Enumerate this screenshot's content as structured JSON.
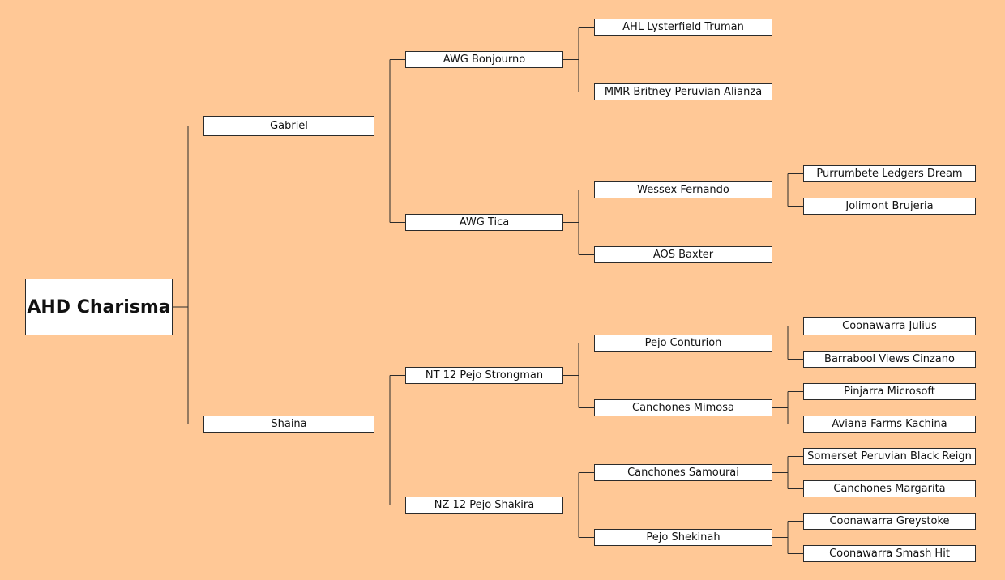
{
  "pedigree": {
    "name": "AHD Charisma",
    "sire": {
      "name": "Gabriel",
      "sire": {
        "name": "AWG Bonjourno",
        "sire": {
          "name": "AHL Lysterfield Truman"
        },
        "dam": {
          "name": "MMR Britney Peruvian Alianza"
        }
      },
      "dam": {
        "name": "AWG Tica",
        "sire": {
          "name": "Wessex Fernando",
          "sire": {
            "name": "Purrumbete Ledgers Dream"
          },
          "dam": {
            "name": "Jolimont Brujeria"
          }
        },
        "dam": {
          "name": "AOS Baxter"
        }
      }
    },
    "dam": {
      "name": "Shaina",
      "sire": {
        "name": "NT 12 Pejo Strongman",
        "sire": {
          "name": "Pejo Conturion",
          "sire": {
            "name": "Coonawarra Julius"
          },
          "dam": {
            "name": "Barrabool Views Cinzano"
          }
        },
        "dam": {
          "name": "Canchones Mimosa",
          "sire": {
            "name": "Pinjarra Microsoft"
          },
          "dam": {
            "name": "Aviana Farms Kachina"
          }
        }
      },
      "dam": {
        "name": "NZ 12 Pejo Shakira",
        "sire": {
          "name": "Canchones Samourai",
          "sire": {
            "name": "Somerset Peruvian Black Reign"
          },
          "dam": {
            "name": "Canchones Margarita"
          }
        },
        "dam": {
          "name": "Pejo Shekinah",
          "sire": {
            "name": "Coonawarra Greystoke"
          },
          "dam": {
            "name": "Coonawarra Smash Hit"
          }
        }
      }
    }
  }
}
